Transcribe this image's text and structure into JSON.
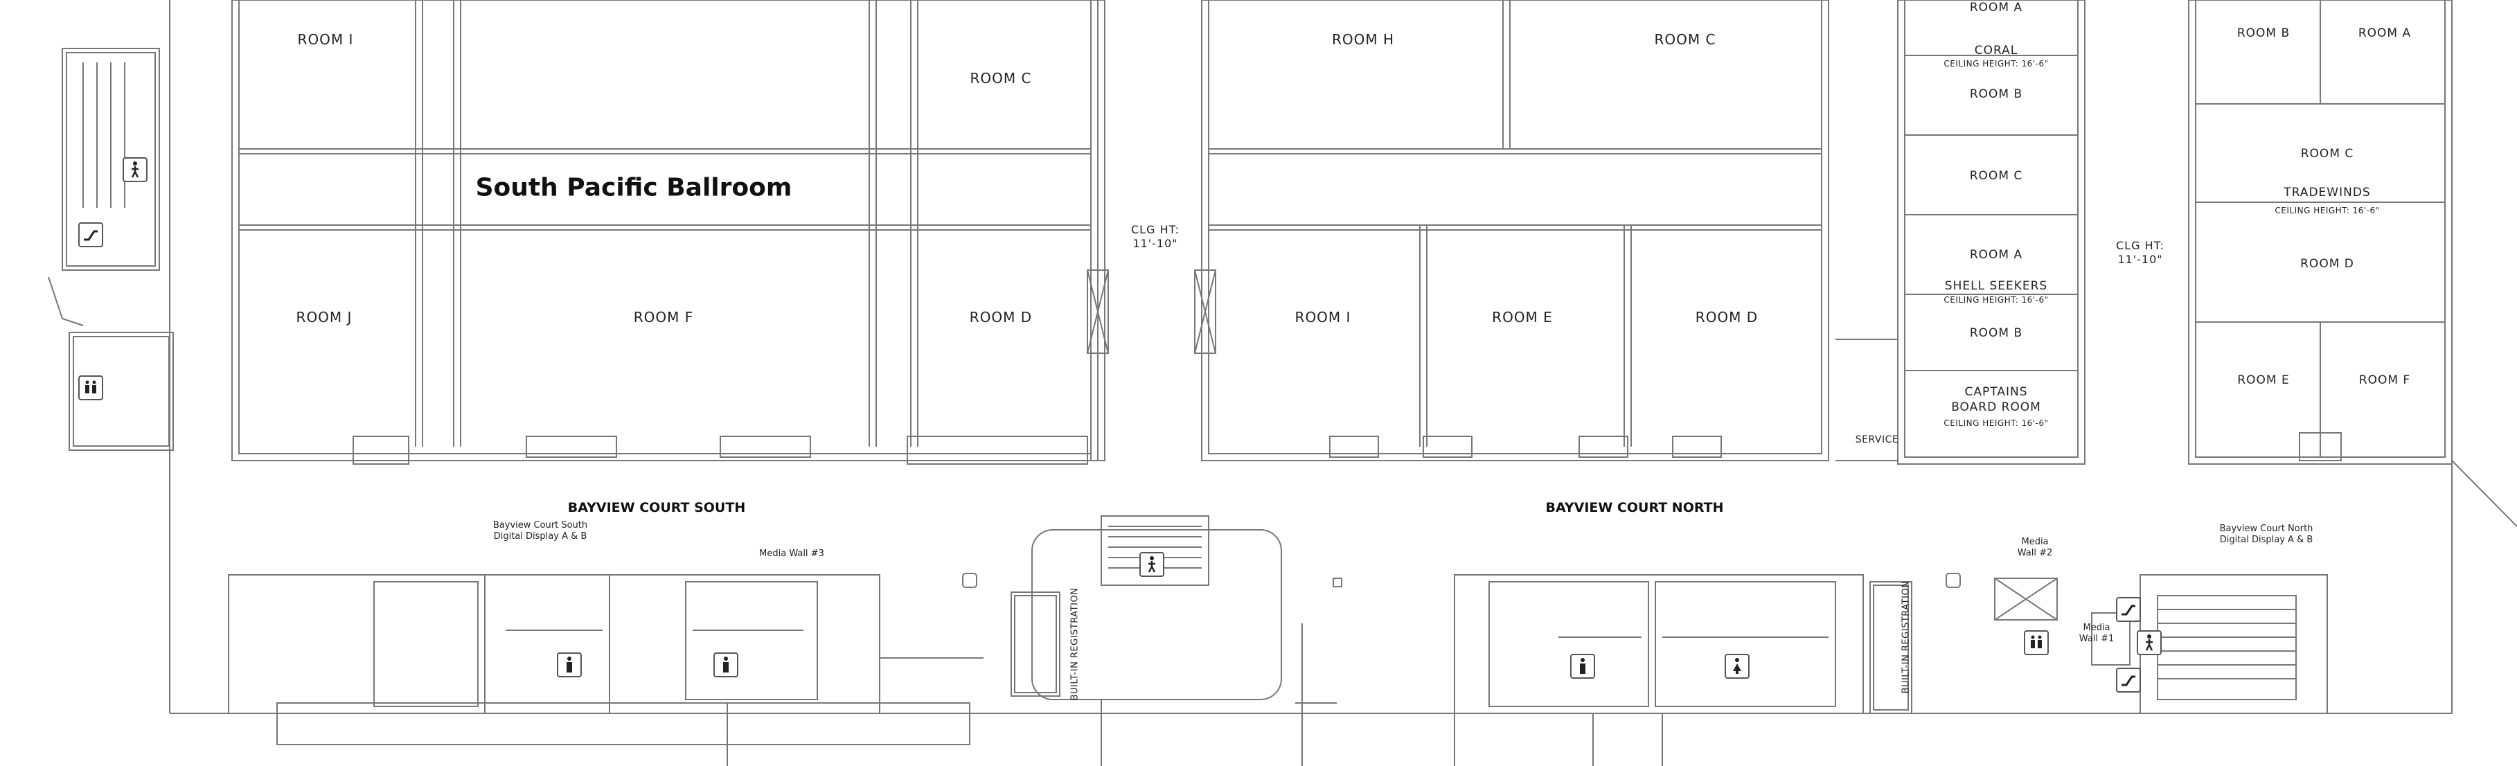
{
  "ballroom": {
    "title": "South Pacific Ballroom",
    "rooms": [
      "ROOM I",
      "ROOM C",
      "ROOM J",
      "ROOM F",
      "ROOM D"
    ]
  },
  "center_block": {
    "rooms": [
      "ROOM H",
      "ROOM C",
      "ROOM I",
      "ROOM E",
      "ROOM D"
    ]
  },
  "ceiling_left": [
    "CLG HT:",
    "11'-10\""
  ],
  "ceiling_right": [
    "CLG HT:",
    "11'-10\""
  ],
  "coral": {
    "name": "CORAL",
    "ceiling": "CEILING HEIGHT: 16'-6\"",
    "rooms": [
      "ROOM A",
      "ROOM B",
      "ROOM C"
    ]
  },
  "shell_seekers": {
    "name": "SHELL SEEKERS",
    "ceiling": "CEILING HEIGHT: 16'-6\"",
    "rooms": [
      "ROOM A",
      "ROOM B"
    ]
  },
  "captains": {
    "name_line1": "CAPTAINS",
    "name_line2": "BOARD ROOM",
    "ceiling": "CEILING HEIGHT: 16'-6\""
  },
  "service": "SERVICE",
  "tradewinds": {
    "name": "TRADEWINDS",
    "ceiling": "CEILING HEIGHT: 16'-6\"",
    "rooms": [
      "ROOM B",
      "ROOM A",
      "ROOM C",
      "ROOM D",
      "ROOM E",
      "ROOM F"
    ]
  },
  "courts": {
    "south": "BAYVIEW COURT SOUTH",
    "north": "BAYVIEW COURT NORTH"
  },
  "displays": {
    "south_line1": "Bayview Court South",
    "south_line2": "Digital Display A & B",
    "north_line1": "Bayview Court North",
    "north_line2": "Digital Display A & B"
  },
  "media_walls": {
    "wall3": "Media Wall #3",
    "wall2_line1": "Media",
    "wall2_line2": "Wall #2",
    "wall1_line1": "Media",
    "wall1_line2": "Wall #1"
  },
  "registration": {
    "left": "BUILT-IN REGISTRATION",
    "right": "BUILT-IN REGISTRATION"
  },
  "icons": [
    "escalator-icon",
    "stairs-icon",
    "elevator-icon",
    "restroom-men-icon",
    "restroom-women-icon"
  ]
}
